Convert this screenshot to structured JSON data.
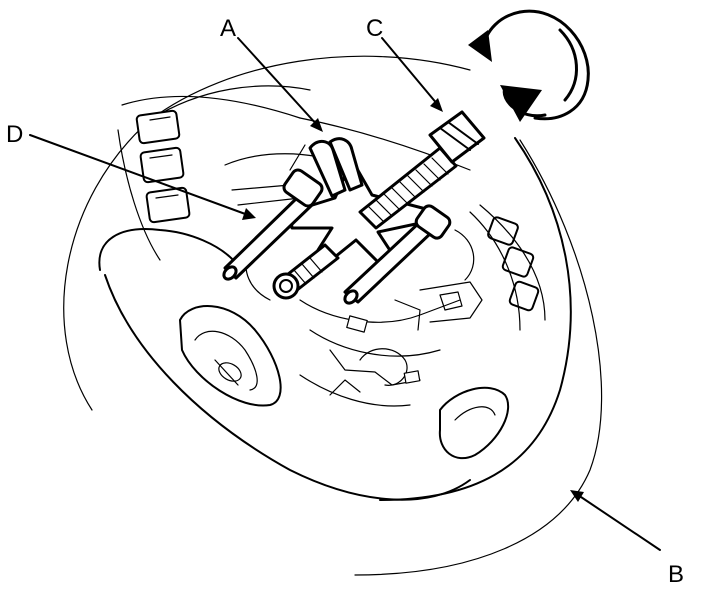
{
  "callouts": {
    "a": "A",
    "b": "B",
    "c": "C",
    "d": "D"
  },
  "icons": {
    "rotation": "clockwise-rotation-arrow-icon"
  },
  "colors": {
    "ink": "#000000",
    "paper": "#ffffff"
  }
}
